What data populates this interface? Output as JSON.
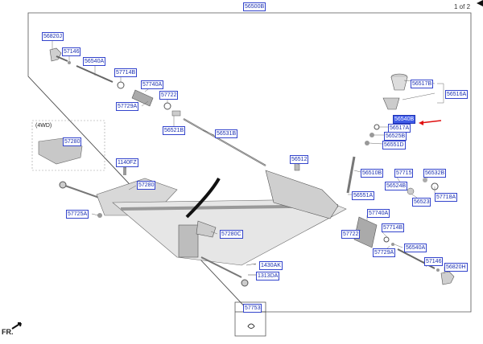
{
  "header": {
    "main_label": "56500B",
    "page": "1 of 2"
  },
  "groups": {
    "variant": "(4WD)"
  },
  "footer": {
    "fr": "FR."
  },
  "colors": {
    "label_border": "#3344cc",
    "label_text": "#1a2fb0",
    "highlight": "#3f5be8",
    "arrow": "#e01010"
  },
  "callouts": {
    "56820J": "56820J",
    "57146_top": "57146",
    "56540A_top": "56540A",
    "57714B_top": "57714B",
    "57740A_top": "57740A",
    "57722_top": "57722",
    "57729A_top": "57729A",
    "56521B": "56521B",
    "56531B": "56531B",
    "56517B": "56517B",
    "56516A": "56516A",
    "56540B": "56540B",
    "56517A": "56517A",
    "56525B": "56525B",
    "56551D": "56551D",
    "56512": "56512",
    "56510B": "56510B",
    "57715": "57715",
    "56532B": "56532B",
    "56524B": "56524B",
    "56523": "56523",
    "57718A": "57718A",
    "56551A": "56551A",
    "57280_4wd": "57280",
    "1140FZ": "1140FZ",
    "57280": "57280",
    "57725A": "57725A",
    "57280C": "57280C",
    "57740A_bot": "57740A",
    "57714B_bot": "57714B",
    "57722_bot": "57722",
    "56540A_bot": "56540A",
    "57729A_bot": "57729A",
    "57146_bot": "57146",
    "56820H": "56820H",
    "1430AK": "1430AK",
    "1313DA": "1313DA",
    "57753": "57753"
  }
}
